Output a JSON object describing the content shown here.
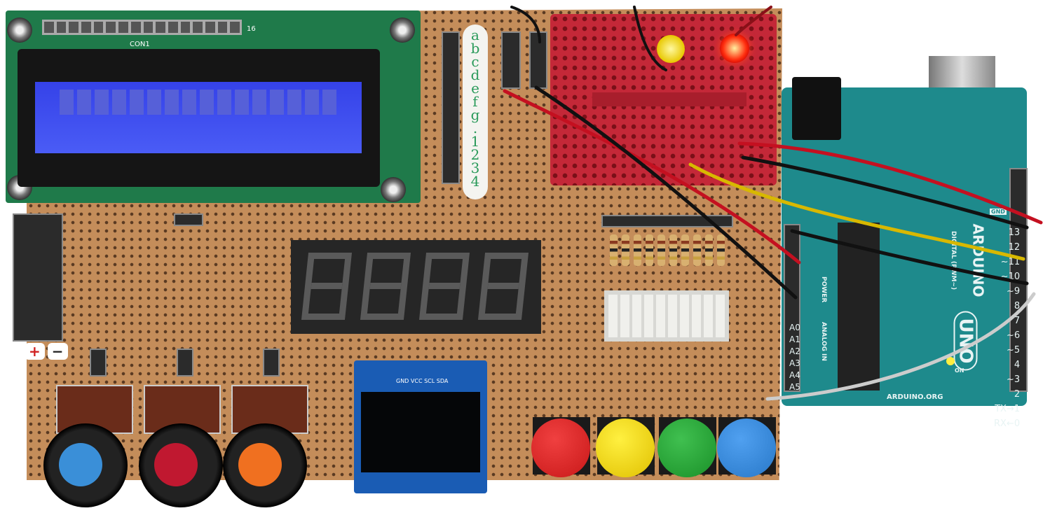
{
  "lcd": {
    "header_label": "CON1",
    "pin_count": "16"
  },
  "segment_labels": [
    "a",
    "b",
    "c",
    "d",
    "e",
    "f",
    "g",
    ".",
    "1",
    "2",
    "3",
    "4"
  ],
  "power_labels": {
    "plus": "+",
    "minus": "−"
  },
  "oled": {
    "pins": "GND VCC SCL SDA"
  },
  "arduino": {
    "brand": "ARDUINO",
    "model": "UNO",
    "website": "ARDUINO.ORG",
    "digital_label": "DIGITAL (PWM~)",
    "power_label": "POWER",
    "analog_label": "ANALOG IN",
    "on_label": "ON",
    "gnd_label": "GND",
    "digital_pins": [
      "13",
      "12",
      "~11",
      "~10",
      "~9",
      "8",
      "7",
      "~6",
      "~5",
      "4",
      "~3",
      "2",
      "TX→1",
      "RX←0"
    ],
    "analog_pins": [
      "A0",
      "A1",
      "A2",
      "A3",
      "A4",
      "A5"
    ]
  },
  "colors": {
    "board": "#c48d5a",
    "lcd_screen": "#3542e8",
    "breadboard": "#c42838",
    "arduino": "#1e8a8c",
    "knobs": [
      "#3a8fd8",
      "#c01830",
      "#f07020"
    ],
    "buttons": [
      "#d42020",
      "#f0d010",
      "#22a032",
      "#2e86d8"
    ]
  }
}
